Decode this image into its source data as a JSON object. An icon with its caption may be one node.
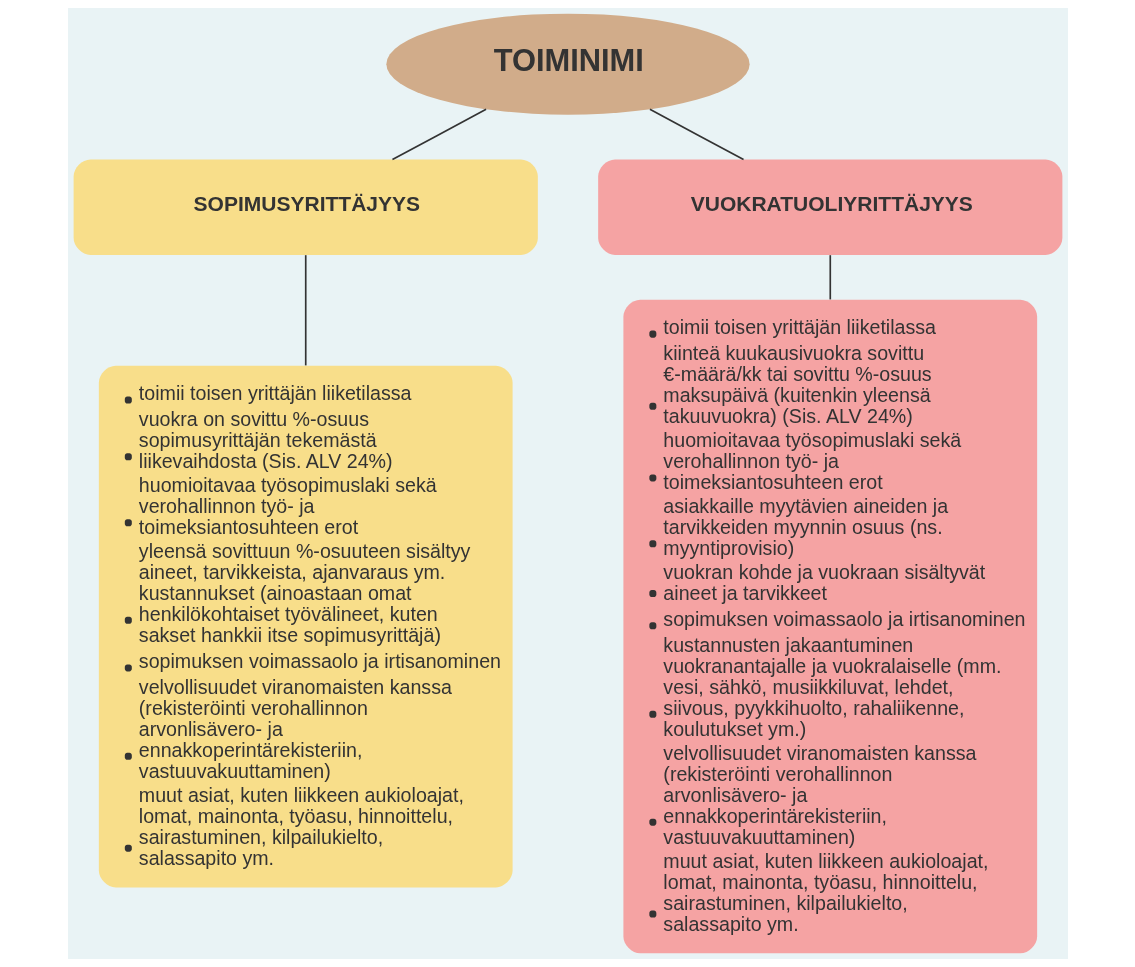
{
  "diagram": {
    "nodes": [
      {
        "text": [
          "TOIMINIMI"
        ]
      },
      {
        "text": [
          "SOPIMUSYRITTÄJYYS"
        ]
      },
      {
        "text": [
          "VUOKRATUOLIYRITTÄJYYS"
        ]
      },
      {
        "text": [
          "toimii toisen yrittäjän liiketilassa",
          "vuokra on sovittu %-osuus sopimusyrittäjän tekemästä liikevaihdosta (Sis. ALV 24%)",
          "huomioitavaa työsopimuslaki sekä verohallinnon työ- ja toimeksiantosuhteen erot",
          "yleensä sovittuun %-osuuteen sisältyy aineet, tarvikkeista, ajanvaraus ym. kustannukset (ainoastaan omat henkilökohtaiset työvälineet, kuten sakset hankkii itse sopimusyrittäjä)",
          "sopimuksen voimassaolo ja irtisanominen",
          "velvollisuudet viranomaisten kanssa (rekisteröinti verohallinnon arvonlisävero- ja ennakkoperintärekisteriin, vastuuvakuuttaminen)",
          "muut asiat, kuten liikkeen aukioloajat, lomat, mainonta, työasu, hinnoittelu, sairastuminen, kilpailukielto, salassapito ym."
        ]
      },
      {
        "text": [
          "toimii toisen yrittäjän liiketilassa",
          "kiinteä kuukausivuokra sovittu €-määrä/kk tai sovittu %-osuus maksupäivä (kuitenkin yleensä takuuvuokra) (Sis. ALV 24%)",
          "huomioitavaa työsopimuslaki sekä verohallinnon työ- ja toimeksiantosuhteen erot",
          "asiakkaille myytävien aineiden ja tarvikkeiden myynnin osuus (ns. myyntiprovisio)",
          "vuokran kohde ja vuokraan sisältyvät aineet ja tarvikkeet",
          "sopimuksen voimassaolo ja irtisanominen",
          "kustannusten jakaantuminen vuokranantajalle ja vuokralaiselle (mm. vesi, sähkö, musiikkiluvat, lehdet, siivous, pyykkihuolto, rahaliikenne, koulutukset ym.)",
          "velvollisuudet viranomaisten kanssa (rekisteröinti verohallinnon arvonlisävero- ja ennakkoperintärekisteriin, vastuuvakuuttaminen)",
          "muut asiat, kuten liikkeen aukioloajat, lomat, mainonta, työasu, hinnoittelu, sairastuminen, kilpailukielto, salassapito ym."
        ]
      }
    ],
    "edges": [
      {
        "from": 0,
        "to": 1,
        "arrow": "none"
      },
      {
        "from": 0,
        "to": 2,
        "arrow": "none"
      },
      {
        "from": 1,
        "to": 3,
        "arrow": "none"
      },
      {
        "from": 2,
        "to": 4,
        "arrow": "none"
      }
    ]
  }
}
